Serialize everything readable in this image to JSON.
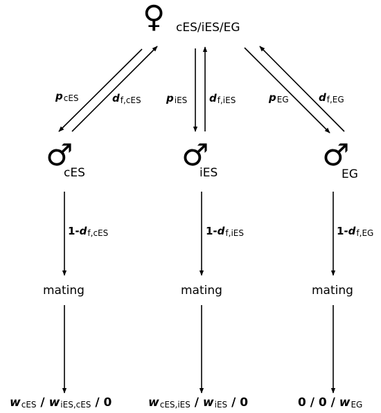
{
  "top_node": {
    "symbol": "♀",
    "label": "cES/iES/EG"
  },
  "columns": [
    {
      "symbol": "♂",
      "label": "cES",
      "up_p": {
        "sym": "p",
        "sub": "cES"
      },
      "up_d": {
        "sym": "d",
        "sub": "f,cES"
      },
      "stay": {
        "pre": "1-",
        "sym": "d",
        "sub": "f,cES"
      },
      "mating": "mating",
      "fitness": {
        "w1": "w",
        "w1s": "cES",
        "sep1": " / ",
        "w2": "w",
        "w2s": "iES,cES",
        "sep2": " / ",
        "last": "0"
      }
    },
    {
      "symbol": "♂",
      "label": "iES",
      "up_p": {
        "sym": "p",
        "sub": "iES"
      },
      "up_d": {
        "sym": "d",
        "sub": "f,iES"
      },
      "stay": {
        "pre": "1-",
        "sym": "d",
        "sub": "f,iES"
      },
      "mating": "mating",
      "fitness": {
        "w1": "w",
        "w1s": "cES,iES",
        "sep1": " / ",
        "w2": "w",
        "w2s": "iES",
        "sep2": " / ",
        "last": "0"
      }
    },
    {
      "symbol": "♂",
      "label": "EG",
      "up_p": {
        "sym": "p",
        "sub": "EG"
      },
      "up_d": {
        "sym": "d",
        "sub": "f,EG"
      },
      "stay": {
        "pre": "1-",
        "sym": "d",
        "sub": "f,EG"
      },
      "mating": "mating",
      "fitness": {
        "pre": "0 / 0 / ",
        "w": "w",
        "ws": "EG"
      }
    }
  ]
}
